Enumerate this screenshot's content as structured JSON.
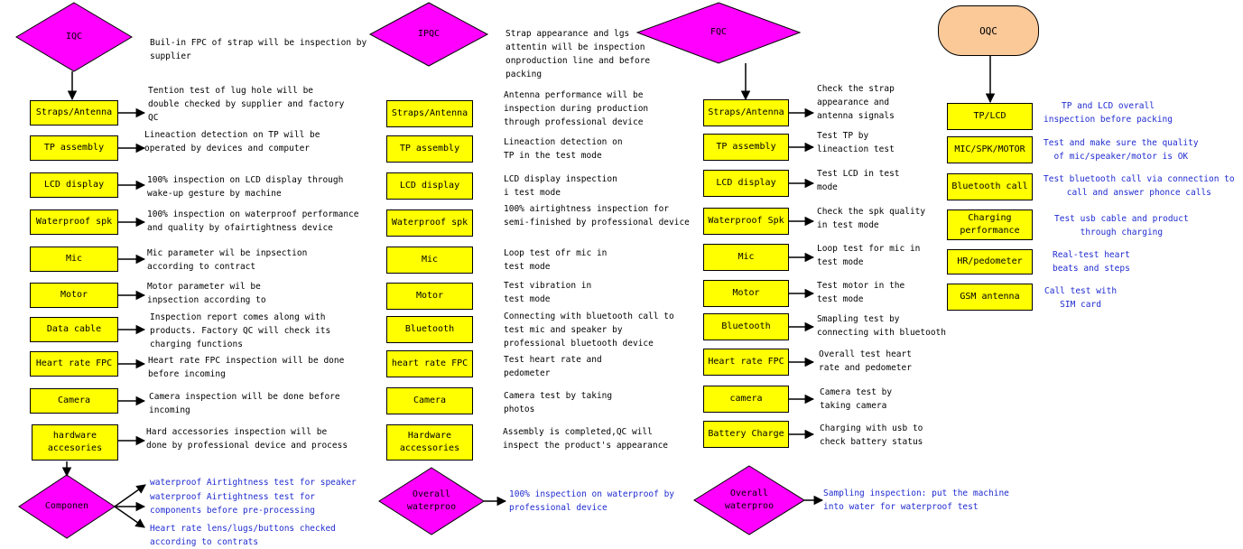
{
  "colors": {
    "box_fill": "#ffff00",
    "diamond_fill": "#ff00ff",
    "oqc_fill": "#fbc898",
    "note_blue": "#1f2bd0"
  },
  "iqc": {
    "title": "IQC",
    "title_note": "Buil-in FPC of strap will be inspection by\nsupplier",
    "items": [
      {
        "label": "Straps/Antenna",
        "note": "Tention test of lug hole will be\ndouble checked by supplier and factory\nQC"
      },
      {
        "label": "TP assembly",
        "note": "Lineaction detection on TP will be\noperated by devices and computer"
      },
      {
        "label": "LCD display",
        "note": "100% inspection on LCD display through\nwake-up gesture by machine"
      },
      {
        "label": "Waterproof spk",
        "note": "100% inspection on waterproof performance\nand quality by ofairtightness device"
      },
      {
        "label": "Mic",
        "note": "Mic parameter wil be inpsection\naccording to contract"
      },
      {
        "label": "Motor",
        "note": "Motor parameter wil be\ninpsection according to"
      },
      {
        "label": "Data cable",
        "note": "Inspection report comes along with\nproducts. Factory QC will check its\ncharging functions"
      },
      {
        "label": "Heart rate FPC",
        "note": "Heart rate FPC inspection will be done\nbefore incoming"
      },
      {
        "label": "Camera",
        "note": "Camera inspection will be done before\nincoming"
      },
      {
        "label": "hardware\naccesories",
        "note": "Hard accessories inspection will be\ndone by professional device and process"
      }
    ],
    "final_label": "Componen",
    "final_notes": [
      "waterproof Airtightness test for speaker",
      "waterproof Airtightness test for\ncomponents before pre-processing",
      "Heart rate lens/lugs/buttons checked\naccording to contrats"
    ]
  },
  "ipqc": {
    "title": "IPQC",
    "title_note": "Strap appearance and lgs\nattentin will be inspection\nonproduction line and before\npacking",
    "items": [
      {
        "label": "Straps/Antenna",
        "note": "Antenna performance will be\ninspection during production\nthrough professional device"
      },
      {
        "label": "TP assembly",
        "note": "Lineaction detection on\nTP in the test mode"
      },
      {
        "label": "LCD display",
        "note": "LCD display inspection\ni test mode"
      },
      {
        "label": "Waterproof spk",
        "note": "100% airtightness inspection for\nsemi-finished by professional device"
      },
      {
        "label": "Mic",
        "note": "Loop test ofr mic in\ntest mode"
      },
      {
        "label": "Motor",
        "note": "Test vibration in\ntest mode"
      },
      {
        "label": "Bluetooth",
        "note": "Connecting with bluetooth call to\ntest mic and speaker by\nprofessional bluetooth device"
      },
      {
        "label": "heart rate FPC",
        "note": "Test heart rate and\npedometer"
      },
      {
        "label": "Camera",
        "note": "Camera test by taking\nphotos"
      },
      {
        "label": "Hardware\naccessories",
        "note": "Assembly is completed,QC will\ninspect the product's appearance"
      }
    ],
    "final_label": "Overall\nwaterproo",
    "final_note": "100% inspection on waterproof by\nprofessional device"
  },
  "fqc": {
    "title": "FQC",
    "items": [
      {
        "label": "Straps/Antenna",
        "note": "Check the strap\nappearance and\nantenna signals"
      },
      {
        "label": "TP assembly",
        "note": "Test TP by\nlineaction test"
      },
      {
        "label": "LCD display",
        "note": "Test LCD in test\nmode"
      },
      {
        "label": "Waterproof Spk",
        "note": "Check the spk quality\nin test mode"
      },
      {
        "label": "Mic",
        "note": "Loop test for mic in\ntest mode"
      },
      {
        "label": "Motor",
        "note": "Test motor in the\ntest mode"
      },
      {
        "label": "Bluetooth",
        "note": "Smapling test by\nconnecting with bluetooth"
      },
      {
        "label": "Heart rate FPC",
        "note": "Overall test heart\nrate and pedometer"
      },
      {
        "label": "camera",
        "note": "Camera test by\ntaking camera"
      },
      {
        "label": "Battery Charge",
        "note": "Charging with usb to\ncheck battery status"
      }
    ],
    "final_label": "Overall\nwaterproo",
    "final_note": "Sampling inspection: put the machine\ninto water for waterproof test"
  },
  "oqc": {
    "title": "OQC",
    "items": [
      {
        "label": "TP/LCD",
        "note": "TP and LCD overall\ninspection before packing"
      },
      {
        "label": "MIC/SPK/MOTOR",
        "note": "Test and make sure the quality\nof mic/speaker/motor is OK"
      },
      {
        "label": "Bluetooth call",
        "note": "Test bluetooth call via connection to\ncall and answer phonce calls"
      },
      {
        "label": "Charging\nperformance",
        "note": "Test usb cable and product\nthrough charging"
      },
      {
        "label": "HR/pedometer",
        "note": "Real-test heart\nbeats and steps"
      },
      {
        "label": "GSM antenna",
        "note": "Call test with\nSIM card"
      }
    ]
  }
}
